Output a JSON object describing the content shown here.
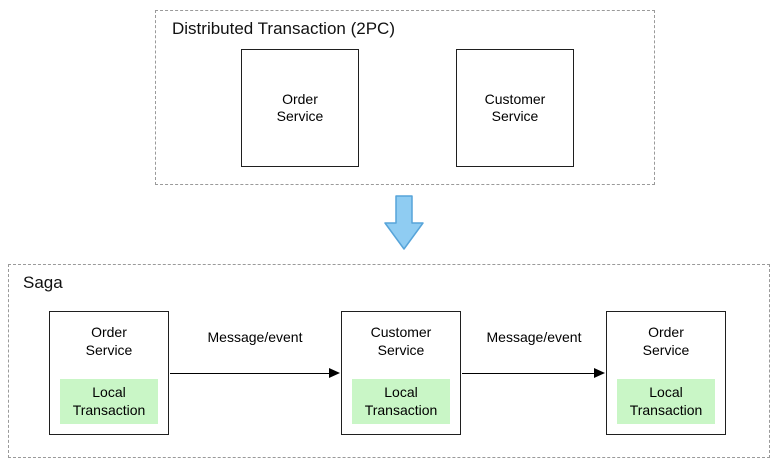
{
  "colors": {
    "arrow_fill": "#8fccf2",
    "arrow_stroke": "#57a4d9",
    "local_bg": "#c9f6c6"
  },
  "top": {
    "title": "Distributed Transaction (2PC)",
    "nodes": [
      {
        "label": "Order Service"
      },
      {
        "label": "Customer Service"
      }
    ]
  },
  "saga": {
    "title": "Saga",
    "nodes": [
      {
        "label": "Order Service",
        "sub": "Local Transaction"
      },
      {
        "label": "Customer Service",
        "sub": "Local Transaction"
      },
      {
        "label": "Order Service",
        "sub": "Local Transaction"
      }
    ],
    "arrows": [
      {
        "label": "Message/event"
      },
      {
        "label": "Message/event"
      }
    ]
  },
  "icons": {
    "down_arrow": "down-arrow"
  }
}
